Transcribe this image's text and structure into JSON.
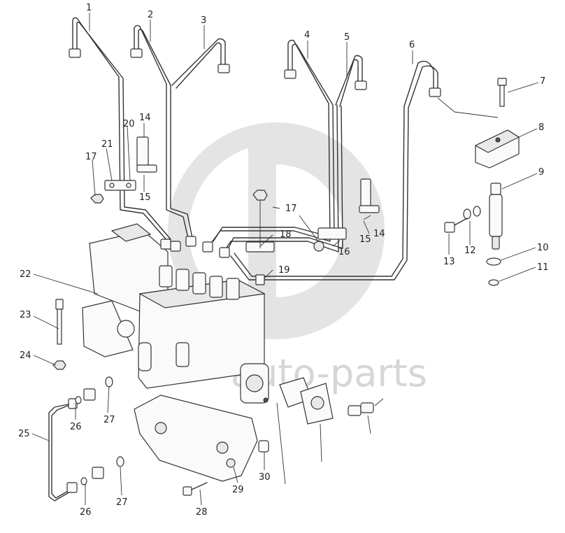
{
  "watermark": {
    "text": "auto-parts",
    "color": "#c9c9c9"
  },
  "callouts": [
    {
      "id": "c1",
      "label": "1"
    },
    {
      "id": "c2",
      "label": "2"
    },
    {
      "id": "c3",
      "label": "3"
    },
    {
      "id": "c4",
      "label": "4"
    },
    {
      "id": "c5",
      "label": "5"
    },
    {
      "id": "c6",
      "label": "6"
    },
    {
      "id": "c7",
      "label": "7"
    },
    {
      "id": "c8",
      "label": "8"
    },
    {
      "id": "c9",
      "label": "9"
    },
    {
      "id": "c10",
      "label": "10"
    },
    {
      "id": "c11",
      "label": "11"
    },
    {
      "id": "c12",
      "label": "12"
    },
    {
      "id": "c13",
      "label": "13"
    },
    {
      "id": "c14a",
      "label": "14"
    },
    {
      "id": "c14b",
      "label": "14"
    },
    {
      "id": "c15a",
      "label": "15"
    },
    {
      "id": "c15b",
      "label": "15"
    },
    {
      "id": "c16",
      "label": "16"
    },
    {
      "id": "c17a",
      "label": "17"
    },
    {
      "id": "c17b",
      "label": "17"
    },
    {
      "id": "c18",
      "label": "18"
    },
    {
      "id": "c19",
      "label": "19"
    },
    {
      "id": "c20",
      "label": "20"
    },
    {
      "id": "c21",
      "label": "21"
    },
    {
      "id": "c22",
      "label": "22"
    },
    {
      "id": "c23",
      "label": "23"
    },
    {
      "id": "c24",
      "label": "24"
    },
    {
      "id": "c25",
      "label": "25"
    },
    {
      "id": "c26a",
      "label": "26"
    },
    {
      "id": "c26b",
      "label": "26"
    },
    {
      "id": "c27a",
      "label": "27"
    },
    {
      "id": "c27b",
      "label": "27"
    },
    {
      "id": "c28",
      "label": "28"
    },
    {
      "id": "c29",
      "label": "29"
    },
    {
      "id": "c30",
      "label": "30"
    }
  ]
}
